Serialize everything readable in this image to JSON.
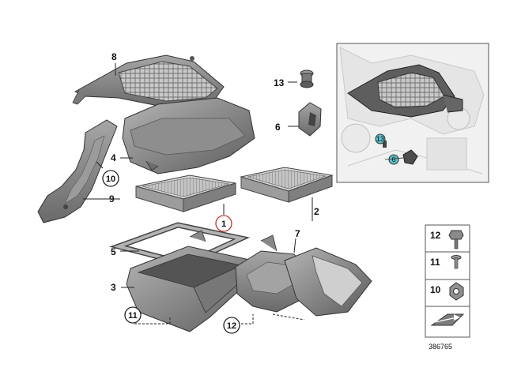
{
  "callouts": {
    "c1": "1",
    "c2": "2",
    "c3": "3",
    "c4": "4",
    "c5": "5",
    "c6": "6",
    "c7": "7",
    "c8": "8",
    "c9": "9",
    "c10": "10",
    "c11": "11",
    "c12": "12",
    "c13": "13"
  },
  "inset": {
    "c13": "13",
    "c6": "6"
  },
  "legend": [
    {
      "label": "12",
      "icon": "hex-bolt-icon"
    },
    {
      "label": "11",
      "icon": "rivet-icon"
    },
    {
      "label": "10",
      "icon": "hex-nut-icon"
    },
    {
      "label": "",
      "icon": "arrow-wedge-icon"
    }
  ],
  "diagram_number": "386765",
  "colors": {
    "part_fill": "#8d8d8d",
    "part_dark": "#5f5f5f",
    "filter_fill": "#bdbdbd",
    "highlight_circle": "#c0392b",
    "inset_badge": "#5bc0c9"
  }
}
